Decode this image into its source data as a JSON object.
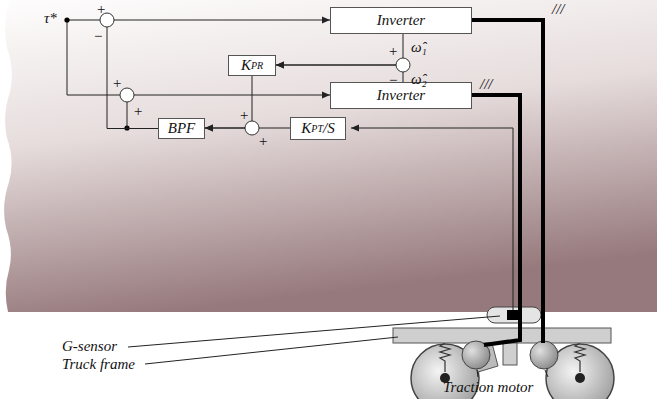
{
  "diagram": {
    "nodes": [
      {
        "text": [
          "Inverter"
        ]
      },
      {
        "text": [
          "Inverter"
        ]
      },
      {
        "text": [
          "K",
          "PR"
        ]
      },
      {
        "text": [
          "BPF"
        ]
      },
      {
        "text": [
          "K",
          "PT",
          "/S"
        ]
      }
    ],
    "edges": [
      {
        "from": 3,
        "to": 0,
        "arrow": "to"
      },
      {
        "from": 3,
        "to": 1,
        "arrow": "to"
      },
      {
        "from": 0,
        "to": 2,
        "arrow": "to"
      },
      {
        "from": 1,
        "to": 2,
        "arrow": "to"
      },
      {
        "from": 2,
        "to": 3,
        "arrow": "to"
      },
      {
        "from": 4,
        "to": 3,
        "arrow": "to"
      }
    ],
    "labels": [
      "τ*",
      "+",
      "−",
      "+",
      "−",
      "+",
      "+",
      "+",
      "+",
      "ω̂₁",
      "ω̂₂",
      "///",
      "///",
      "G-sensor",
      "Truck frame",
      "Traction motor"
    ]
  }
}
